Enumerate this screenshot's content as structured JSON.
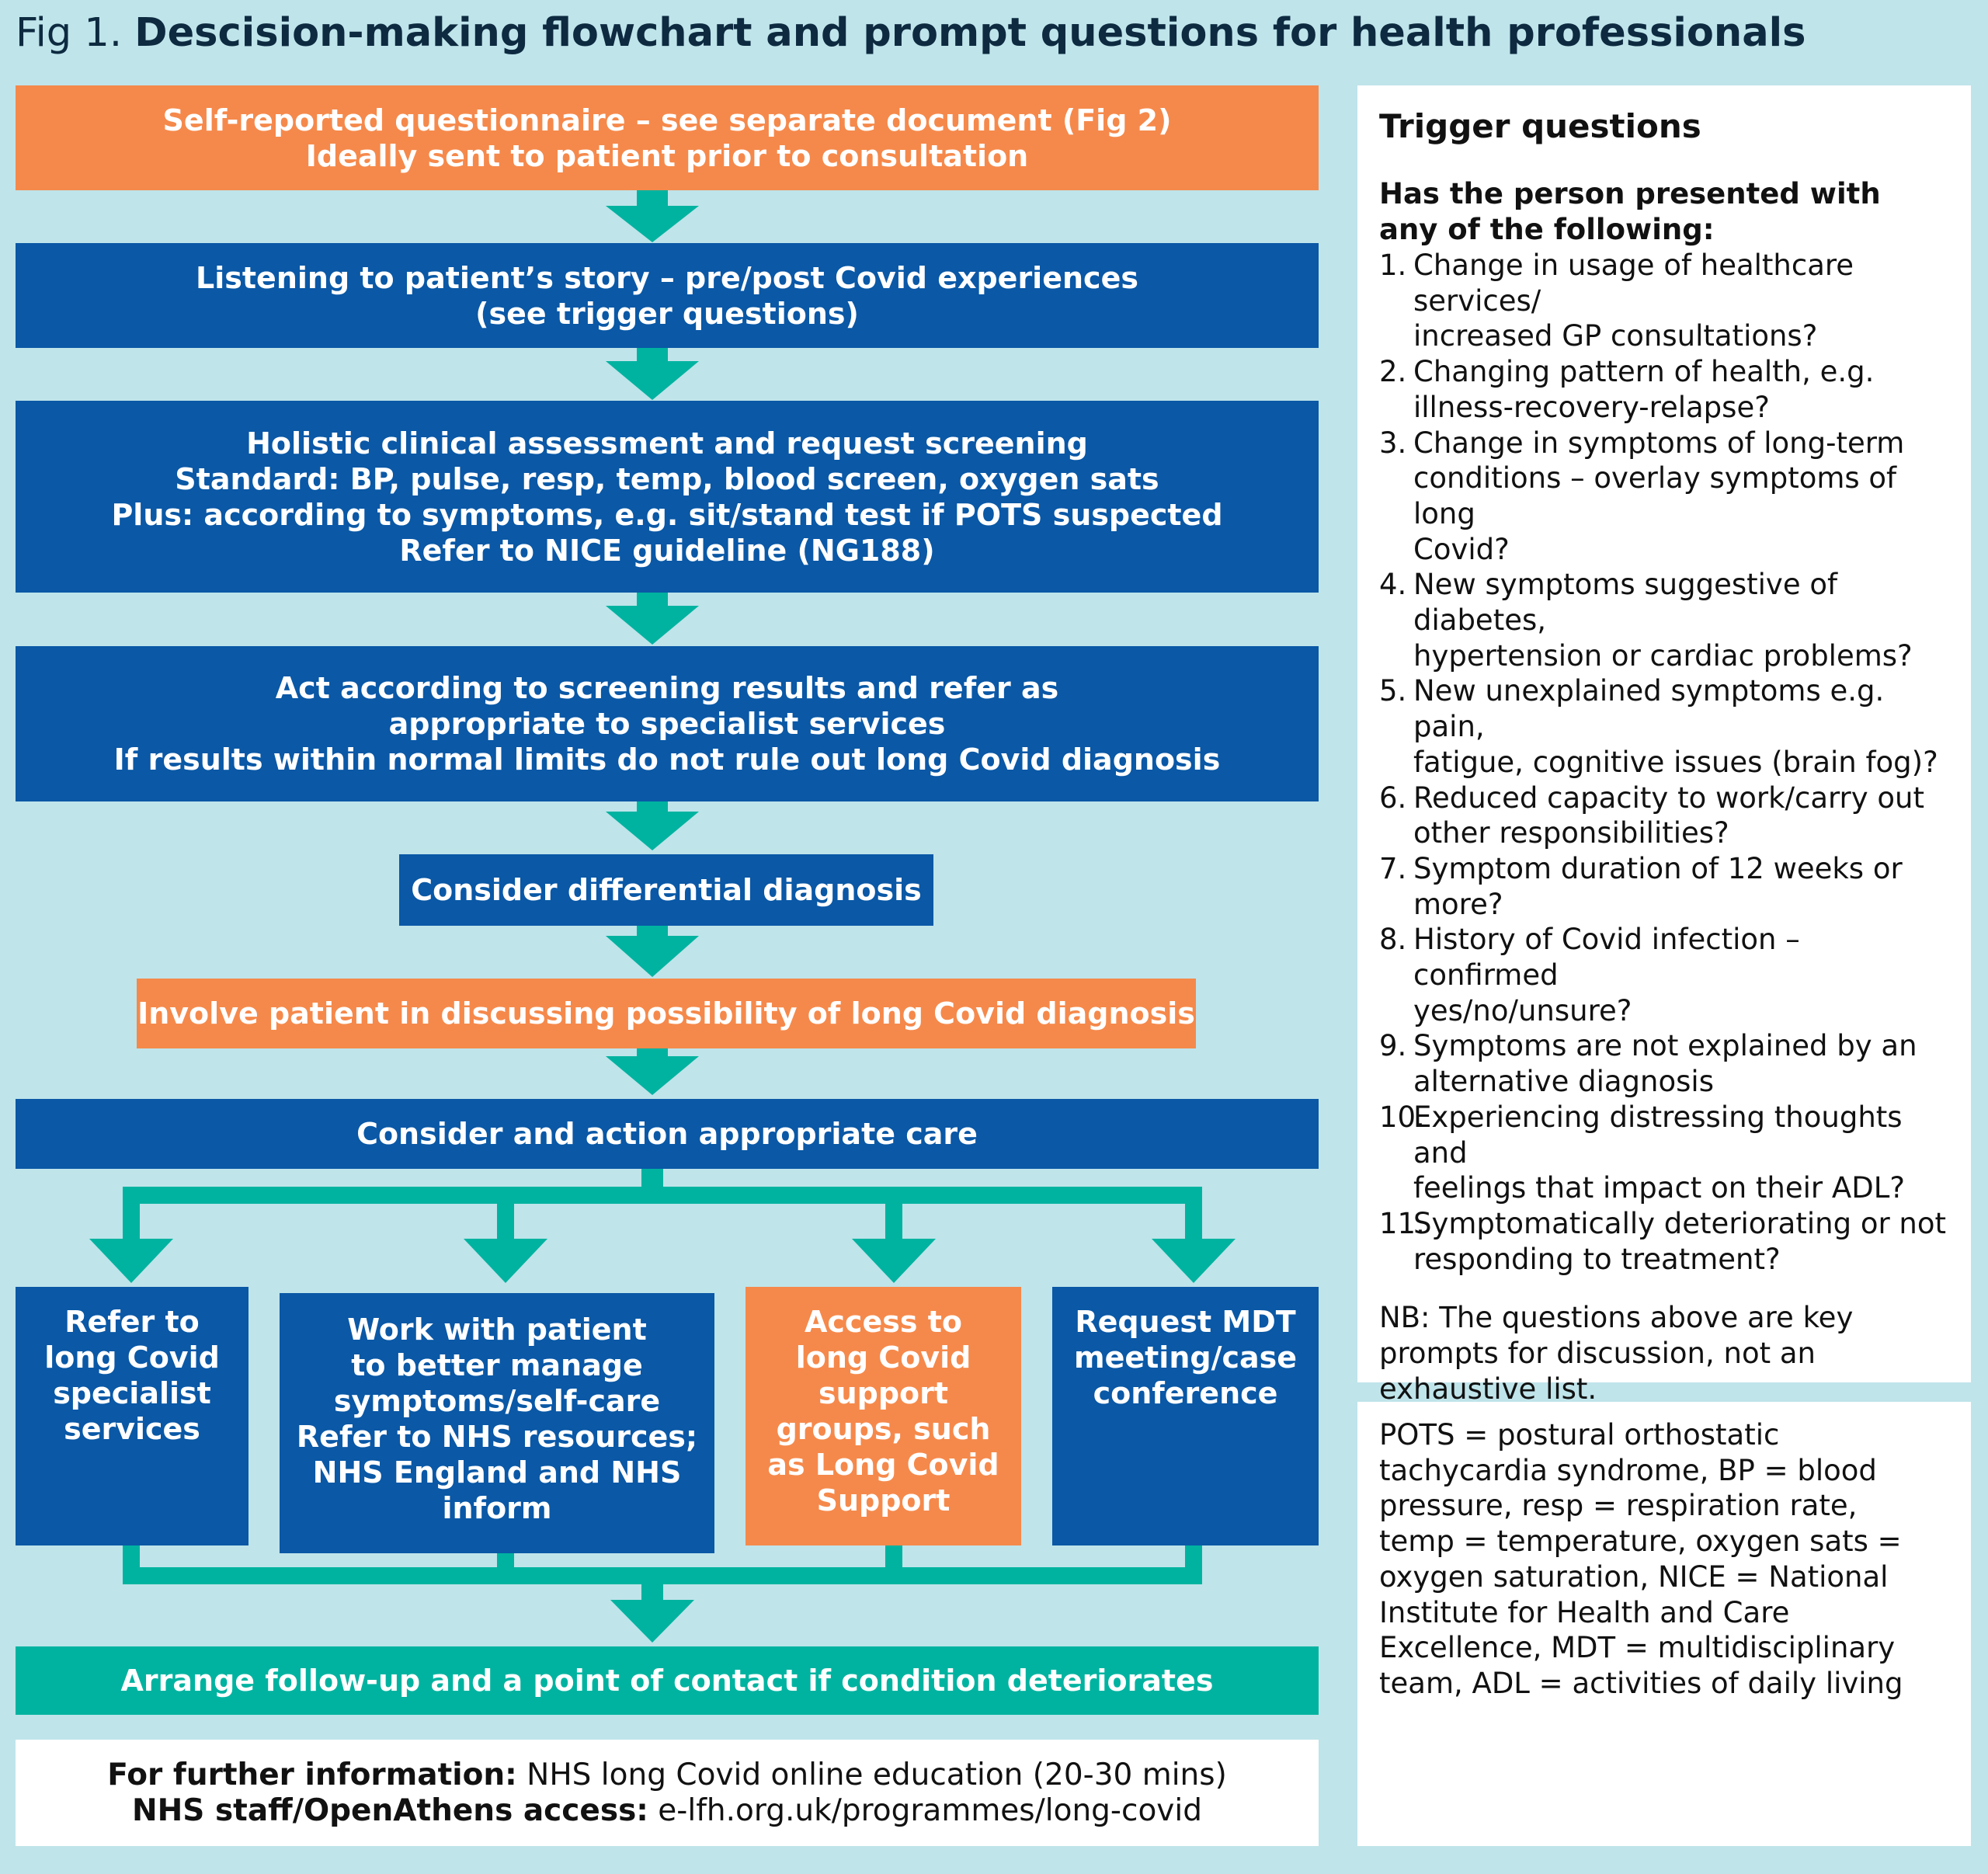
{
  "title": {
    "lead": "Fig 1. ",
    "main": "Descision-making flowchart and prompt questions for health professionals"
  },
  "flow": {
    "questionnaire": [
      "Self-reported questionnaire – see separate document (Fig 2)",
      "Ideally sent to patient prior to consultation"
    ],
    "story": [
      "Listening to patient’s story – pre/post Covid experiences",
      "(see trigger questions)"
    ],
    "assessment": [
      "Holistic clinical assessment and request screening",
      "Standard: BP, pulse, resp, temp, blood screen, oxygen sats",
      "Plus: according to symptoms, e.g. sit/stand test if POTS suspected",
      "Refer to NICE guideline (NG188)"
    ],
    "act": [
      "Act according to screening results and refer as",
      "appropriate to specialist services",
      "If results within normal limits do not rule out long Covid diagnosis"
    ],
    "differential": "Consider differential diagnosis",
    "involve": "Involve patient in discussing possibility of long Covid diagnosis",
    "care": "Consider and action appropriate care",
    "options": [
      [
        "Refer to",
        "long Covid",
        "specialist",
        "services"
      ],
      [
        "Work with patient",
        "to better manage",
        "symptoms/self-care",
        "Refer to NHS resources;",
        "NHS England and NHS",
        "inform"
      ],
      [
        "Access to",
        "long Covid",
        "support",
        "groups, such",
        "as Long Covid",
        "Support"
      ],
      [
        "Request MDT",
        "meeting/case",
        "conference"
      ]
    ],
    "followup": "Arrange follow-up and a point of contact if condition deteriorates"
  },
  "further_info": {
    "label1": "For further information:",
    "text1": " NHS long Covid online education (20-30 mins)",
    "label2": "NHS staff/OpenAthens access:",
    "text2": " e-lfh.org.uk/programmes/long-covid"
  },
  "trigger": {
    "title": "Trigger questions",
    "intro": "Has the person presented with any of the following:",
    "questions": [
      {
        "num": "1.",
        "lines": [
          "Change in usage of healthcare services/",
          "increased GP consultations?"
        ]
      },
      {
        "num": "2.",
        "lines": [
          "Changing pattern of health, e.g.",
          "illness-recovery-relapse?"
        ]
      },
      {
        "num": "3.",
        "lines": [
          "Change in symptoms of long-term",
          "conditions – overlay symptoms of long",
          "Covid?"
        ]
      },
      {
        "num": "4.",
        "lines": [
          "New symptoms suggestive of diabetes,",
          "hypertension or cardiac problems?"
        ]
      },
      {
        "num": "5.",
        "lines": [
          "New unexplained symptoms e.g. pain,",
          "fatigue, cognitive issues (brain fog)?"
        ]
      },
      {
        "num": "6.",
        "lines": [
          "Reduced capacity to work/carry out",
          "other responsibilities?"
        ]
      },
      {
        "num": "7.",
        "lines": [
          "Symptom duration of 12 weeks or",
          "more?"
        ]
      },
      {
        "num": "8.",
        "lines": [
          "History of Covid infection – confirmed",
          "yes/no/unsure?"
        ]
      },
      {
        "num": "9.",
        "lines": [
          "Symptoms are not explained by an",
          "alternative diagnosis"
        ]
      },
      {
        "num": "10.",
        "lines": [
          "Experiencing distressing thoughts and",
          "feelings that impact on their ADL?"
        ]
      },
      {
        "num": "11.",
        "lines": [
          "Symptomatically deteriorating or not",
          "responding to treatment?"
        ]
      }
    ],
    "note": "NB: The questions above are key prompts for discussion, not an exhaustive list."
  },
  "abbreviations": "POTS = postural orthostatic tachycardia syndrome, BP = blood pressure, resp = respiration rate, temp = temperature, oxygen sats = oxygen saturation, NICE = National Institute for Health and Care Excellence, MDT = multidisciplinary team, ADL = activities of daily living",
  "colors": {
    "background": "#bfe4ea",
    "orange": "#f5894b",
    "blue": "#0a58a6",
    "teal": "#00b3a0"
  }
}
